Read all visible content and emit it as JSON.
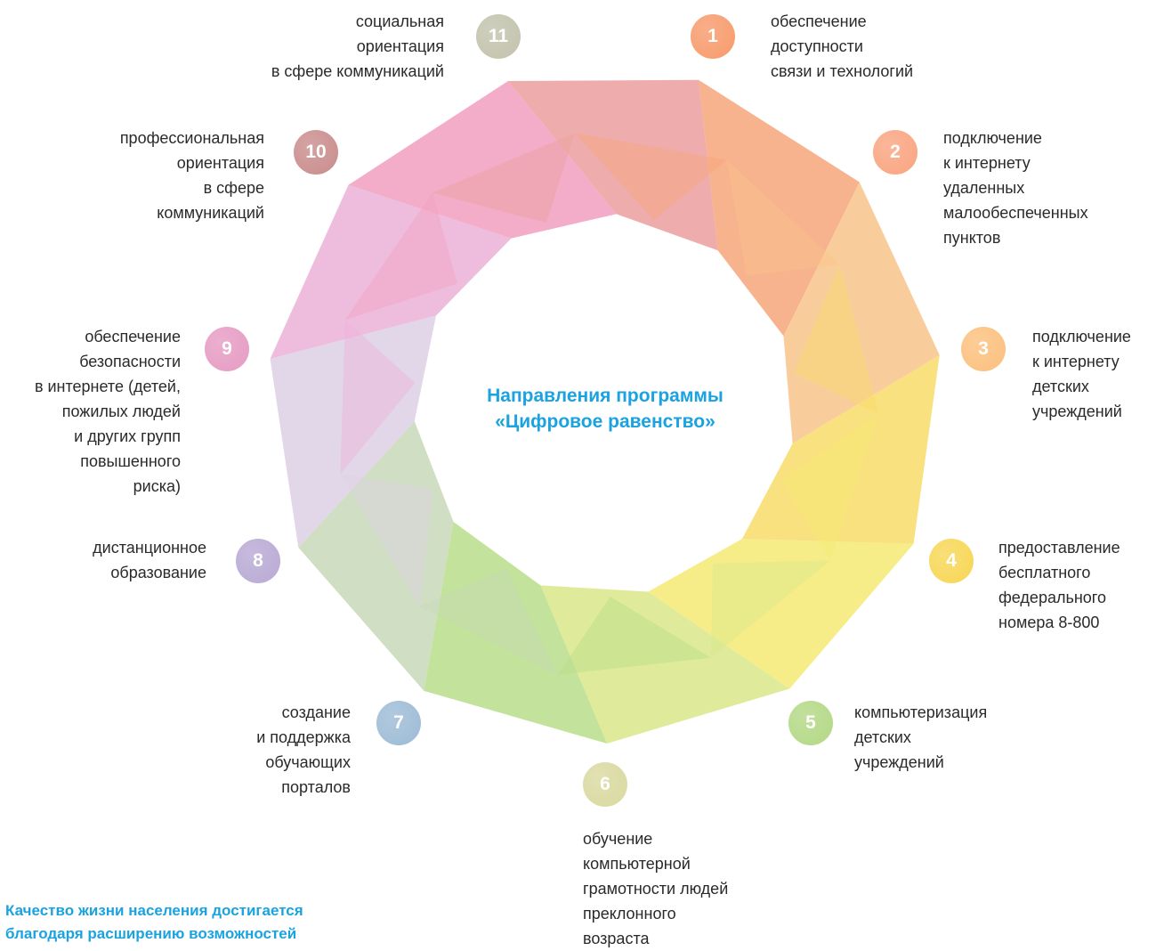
{
  "title_lines": [
    "Направления программы",
    "«Цифровое равенство»"
  ],
  "items": [
    {
      "num": "1",
      "lines": [
        "обеспечение",
        "доступности",
        "связи и технологий"
      ],
      "color": "#f79a6b"
    },
    {
      "num": "2",
      "lines": [
        "подключение",
        "к интернету",
        "удаленных",
        "малообеспеченных",
        "пунктов"
      ],
      "color": "#f9a480"
    },
    {
      "num": "3",
      "lines": [
        "подключение",
        "к интернету",
        "детских",
        "учреждений"
      ],
      "color": "#fbc07d"
    },
    {
      "num": "4",
      "lines": [
        "предоставление",
        "бесплатного",
        "федерального",
        "номера 8-800"
      ],
      "color": "#f7d654"
    },
    {
      "num": "5",
      "lines": [
        "компьютеризация",
        "детских",
        "учреждений"
      ],
      "color": "#b3d885"
    },
    {
      "num": "6",
      "lines": [
        "обучение",
        "компьютерной",
        "грамотности людей",
        "преклонного",
        "возраста"
      ],
      "color": "#d9d9a0"
    },
    {
      "num": "7",
      "lines": [
        "создание",
        "и поддержка",
        "обучающих",
        "порталов"
      ],
      "color": "#9dbbd6"
    },
    {
      "num": "8",
      "lines": [
        "дистанционное",
        "образование"
      ],
      "color": "#b8a9d4"
    },
    {
      "num": "9",
      "lines": [
        "обеспечение",
        "безопасности",
        "в интернете (детей,",
        "пожилых людей",
        "и других групп",
        "повышенного",
        "риска)"
      ],
      "color": "#e69bc3"
    },
    {
      "num": "10",
      "lines": [
        "профессиональная",
        "ориентация",
        "в сфере",
        "коммуникаций"
      ],
      "color": "#c98c8c"
    },
    {
      "num": "11",
      "lines": [
        "социальная",
        "ориентация",
        "в сфере коммуникаций"
      ],
      "color": "#c2c2ad"
    }
  ],
  "footer_lines": [
    "Качество жизни населения достигается",
    "благодаря расширению возможностей"
  ],
  "colors": {
    "accent": "#1aa3e0",
    "wheel_segments": [
      "#f6a57a",
      "#f8c489",
      "#f8dc6a",
      "#f5ea74",
      "#d9e78a",
      "#b8dd8a",
      "#c8d9b8",
      "#ddd0e4",
      "#ebb2d8",
      "#f19fbe",
      "#eb9f9d"
    ]
  }
}
